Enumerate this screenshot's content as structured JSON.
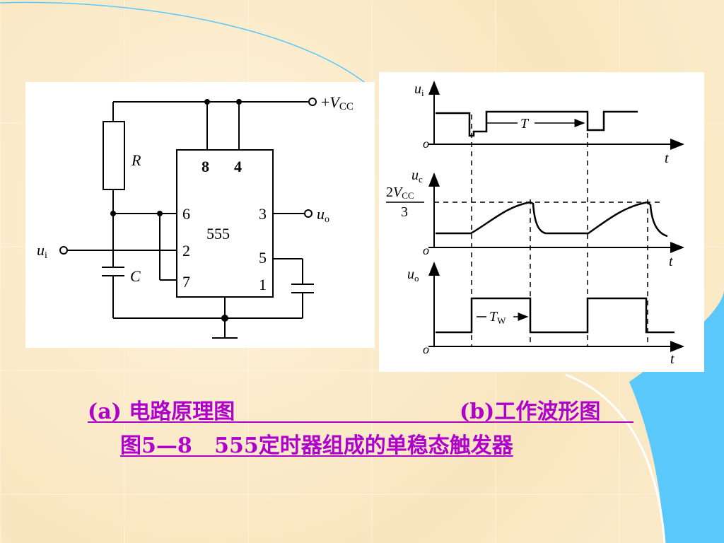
{
  "circuit": {
    "vcc_prefix": "+",
    "vcc_main": "V",
    "vcc_sub": "CC",
    "resistor_label": "R",
    "capacitor_label": "C",
    "input_main": "u",
    "input_sub": "i",
    "output_main": "u",
    "output_sub": "o",
    "chip_name": "555",
    "pins": {
      "p8": "8",
      "p4": "4",
      "p6": "6",
      "p3": "3",
      "p2": "2",
      "p5": "5",
      "p7": "7",
      "p1": "1"
    }
  },
  "waveforms": {
    "ui_main": "u",
    "ui_sub": "i",
    "uc_main": "u",
    "uc_sub": "c",
    "uo_main": "u",
    "uo_sub": "o",
    "origin": "o",
    "time_axis": "t",
    "period_label": "T",
    "pulse_main": "T",
    "pulse_sub": "W",
    "threshold_num_prefix": "2",
    "threshold_num_main": "V",
    "threshold_num_sub": "CC",
    "threshold_den": "3"
  },
  "caption": {
    "part_a": "(a) 电路原理图",
    "part_b": "(b)工作波形图",
    "figure_title": "图5—8   555定时器组成的单稳态触发器"
  },
  "colors": {
    "caption": "#b000cc",
    "background": "#fbeccb",
    "accent_blue": "#5ac8fa"
  }
}
